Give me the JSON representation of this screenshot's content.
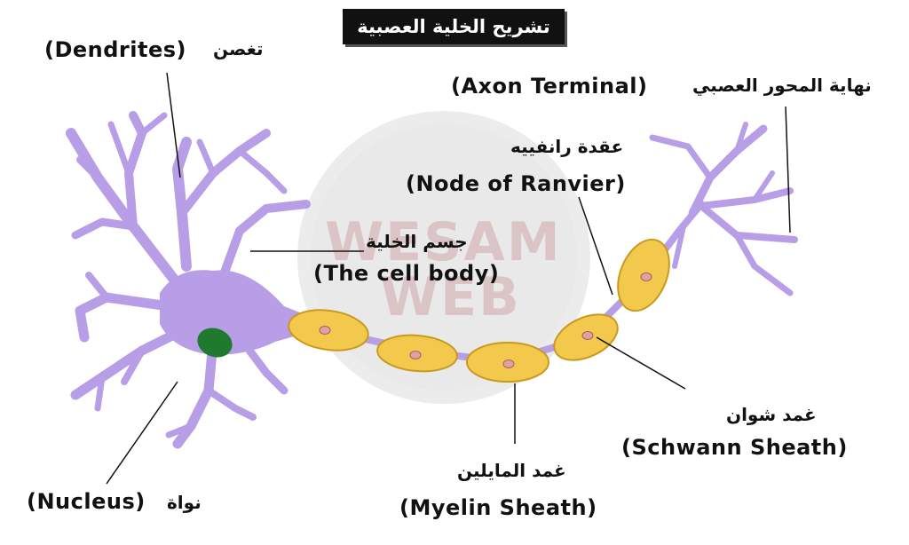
{
  "title": "تشريح الخلية العصبية",
  "watermark": {
    "line1": "WESAM",
    "line2": "WEB"
  },
  "labels": {
    "dendrites": {
      "arabic": "تغصن",
      "english": "(Dendrites)"
    },
    "axon_terminal": {
      "arabic": "نهاية المحور العصبي",
      "english": "(Axon Terminal)"
    },
    "node_of_ranvier": {
      "arabic": "عقدة رانفييه",
      "english": "(Node of Ranvier)"
    },
    "cell_body": {
      "arabic": "جسم الخلية",
      "english": "(The cell body)"
    },
    "nucleus": {
      "arabic": "نواة",
      "english": "(Nucleus)"
    },
    "schwann_sheath": {
      "arabic": "غمد شوان",
      "english": "(Schwann Sheath)"
    },
    "myelin_sheath": {
      "arabic": "غمد المايلين",
      "english": "(Myelin Sheath)"
    }
  },
  "colors": {
    "neuron": "#b79ee6",
    "myelin": "#f2c94c",
    "myelin_stroke": "#c99a1f",
    "nucleus": "#1f7a2e",
    "schwann_nucleus": "#e3a0a0",
    "title_bg": "#111111"
  }
}
